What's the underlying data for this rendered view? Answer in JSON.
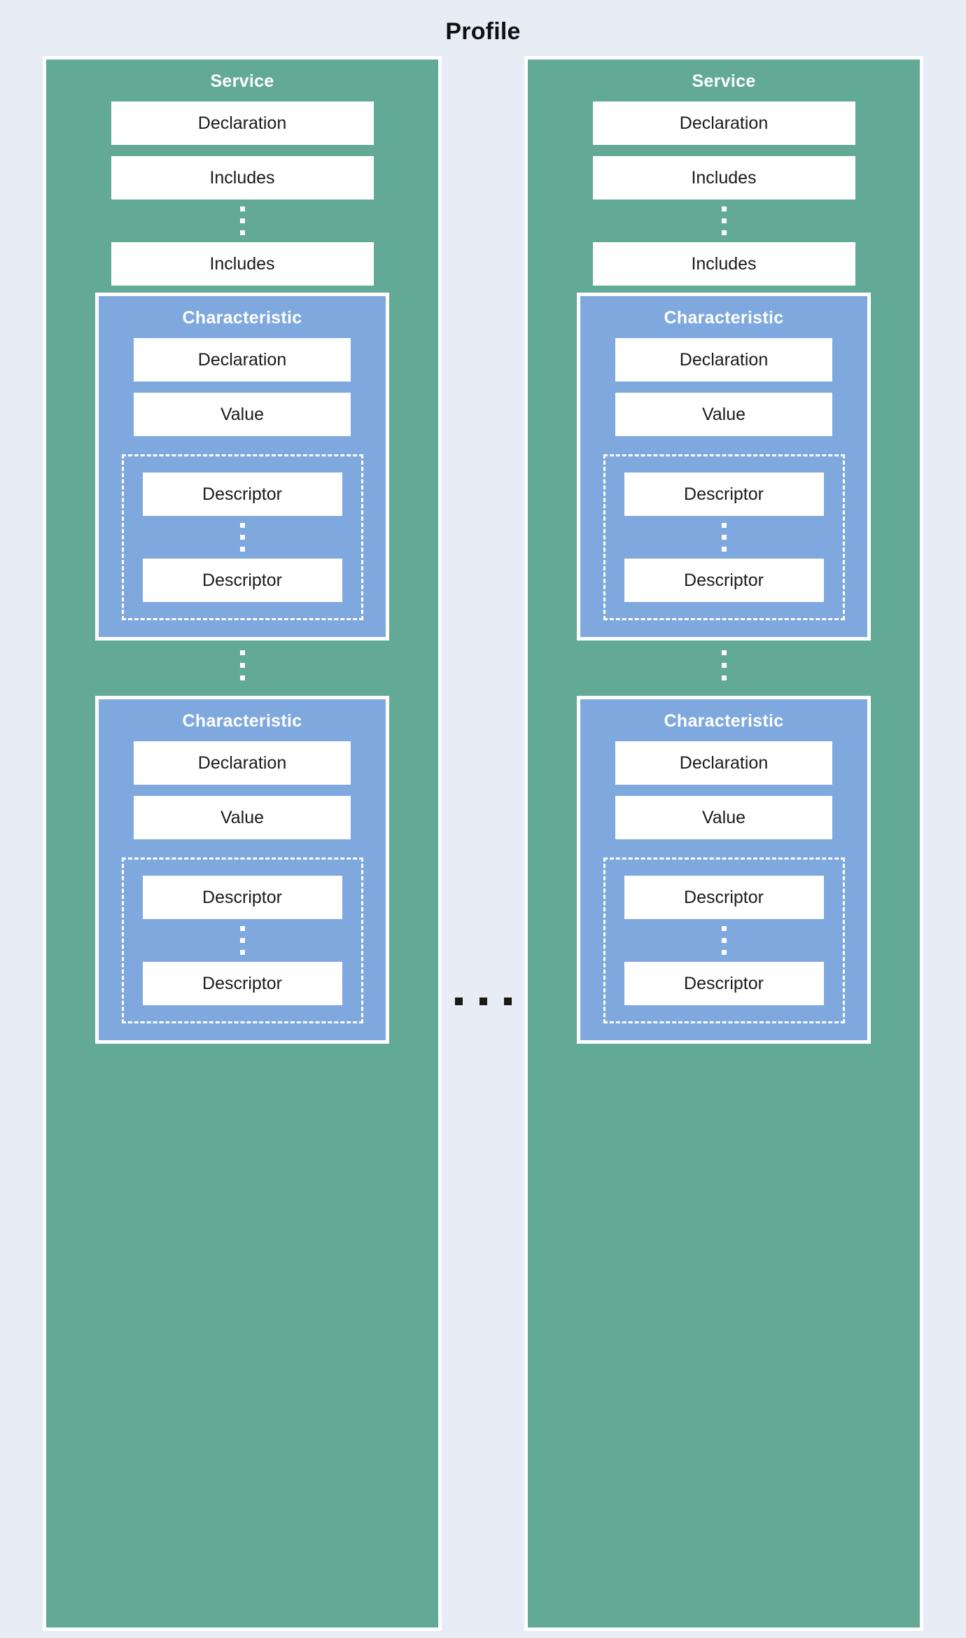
{
  "title": "Profile",
  "labels": {
    "service": "Service",
    "characteristic": "Characteristic",
    "declaration": "Declaration",
    "includes": "Includes",
    "value": "Value",
    "descriptor": "Descriptor"
  },
  "colors": {
    "background": "#e7ecf5",
    "service_fill": "#62a996",
    "characteristic_fill": "#7ea8de",
    "leaf_fill": "#ffffff",
    "border": "#ffffff",
    "text_dark": "#1a1a1a",
    "text_light": "#ffffff"
  },
  "services": [
    {
      "title": "Service",
      "items": [
        {
          "type": "box",
          "label": "Declaration"
        },
        {
          "type": "box",
          "label": "Includes"
        },
        {
          "type": "ellipsis-vertical",
          "label": "…"
        },
        {
          "type": "box",
          "label": "Includes"
        }
      ],
      "characteristics": [
        {
          "title": "Characteristic",
          "items": [
            {
              "type": "box",
              "label": "Declaration"
            },
            {
              "type": "box",
              "label": "Value"
            }
          ],
          "descriptors": [
            {
              "type": "box",
              "label": "Descriptor"
            },
            {
              "type": "ellipsis-vertical",
              "label": "…"
            },
            {
              "type": "box",
              "label": "Descriptor"
            }
          ]
        },
        {
          "title": "Characteristic",
          "items": [
            {
              "type": "box",
              "label": "Declaration"
            },
            {
              "type": "box",
              "label": "Value"
            }
          ],
          "descriptors": [
            {
              "type": "box",
              "label": "Descriptor"
            },
            {
              "type": "ellipsis-vertical",
              "label": "…"
            },
            {
              "type": "box",
              "label": "Descriptor"
            }
          ]
        }
      ],
      "characteristic_separator": {
        "type": "ellipsis-vertical",
        "label": "…"
      }
    },
    {
      "title": "Service",
      "items": [
        {
          "type": "box",
          "label": "Declaration"
        },
        {
          "type": "box",
          "label": "Includes"
        },
        {
          "type": "ellipsis-vertical",
          "label": "…"
        },
        {
          "type": "box",
          "label": "Includes"
        }
      ],
      "characteristics": [
        {
          "title": "Characteristic",
          "items": [
            {
              "type": "box",
              "label": "Declaration"
            },
            {
              "type": "box",
              "label": "Value"
            }
          ],
          "descriptors": [
            {
              "type": "box",
              "label": "Descriptor"
            },
            {
              "type": "ellipsis-vertical",
              "label": "…"
            },
            {
              "type": "box",
              "label": "Descriptor"
            }
          ]
        },
        {
          "title": "Characteristic",
          "items": [
            {
              "type": "box",
              "label": "Declaration"
            },
            {
              "type": "box",
              "label": "Value"
            }
          ],
          "descriptors": [
            {
              "type": "box",
              "label": "Descriptor"
            },
            {
              "type": "ellipsis-vertical",
              "label": "…"
            },
            {
              "type": "box",
              "label": "Descriptor"
            }
          ]
        }
      ],
      "characteristic_separator": {
        "type": "ellipsis-vertical",
        "label": "…"
      }
    }
  ],
  "services_separator": {
    "type": "ellipsis-horizontal",
    "label": "..."
  }
}
